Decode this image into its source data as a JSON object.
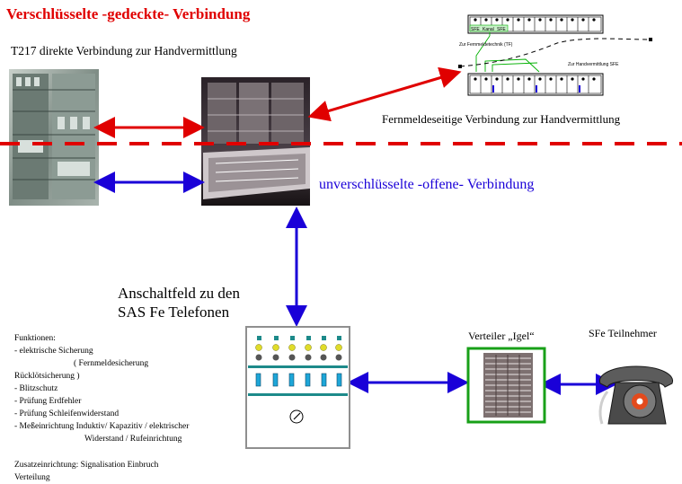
{
  "title": "Verschlüsselte -gedeckte- Verbindung",
  "t217_label": "T217 direkte Verbindung zur Handvermittlung",
  "fernmelde_label": "Fernmeldeseitige Verbindung zur Handvermittlung",
  "unverschluesselt_label": "unverschlüsselte -offene- Verbindung",
  "anschaltfeld": {
    "line1": "Anschaltfeld zu den",
    "line2": "SAS Fe Telefonen"
  },
  "verteiler_label": "Verteiler „Igel“",
  "sfe_label": "SFe Teilnehmer",
  "funktionen": [
    "Funktionen:",
    "- elektrische Sicherung",
    "( Fernmeldesicherung",
    "Rücklötsicherung )",
    "- Blitzschutz",
    "- Prüfung Erdfehler",
    "- Prüfung Schleifenwiderstand",
    "- Meßeinrichtung Induktiv/ Kapazitiv / elektrischer",
    "Widerstand / Rufeinrichtung"
  ],
  "zusatz": [
    "Zusatzeinrichtung: Signalisation Einbruch",
    "Verteilung"
  ],
  "mini_diagram": {
    "fernmeldetechnik_label": "Zur Fernmeldetechnik (TF)",
    "handvermittlung_label": "Zur Handvermittlung SFE",
    "box_labels": [
      "SFE",
      "Kanal",
      "SFE"
    ]
  },
  "colors": {
    "encrypted": "#e00000",
    "plain": "#1a00d8",
    "panel_teal": "#1d8a8a",
    "verteiler_green": "#18a018",
    "mini_green": "#00b000"
  }
}
